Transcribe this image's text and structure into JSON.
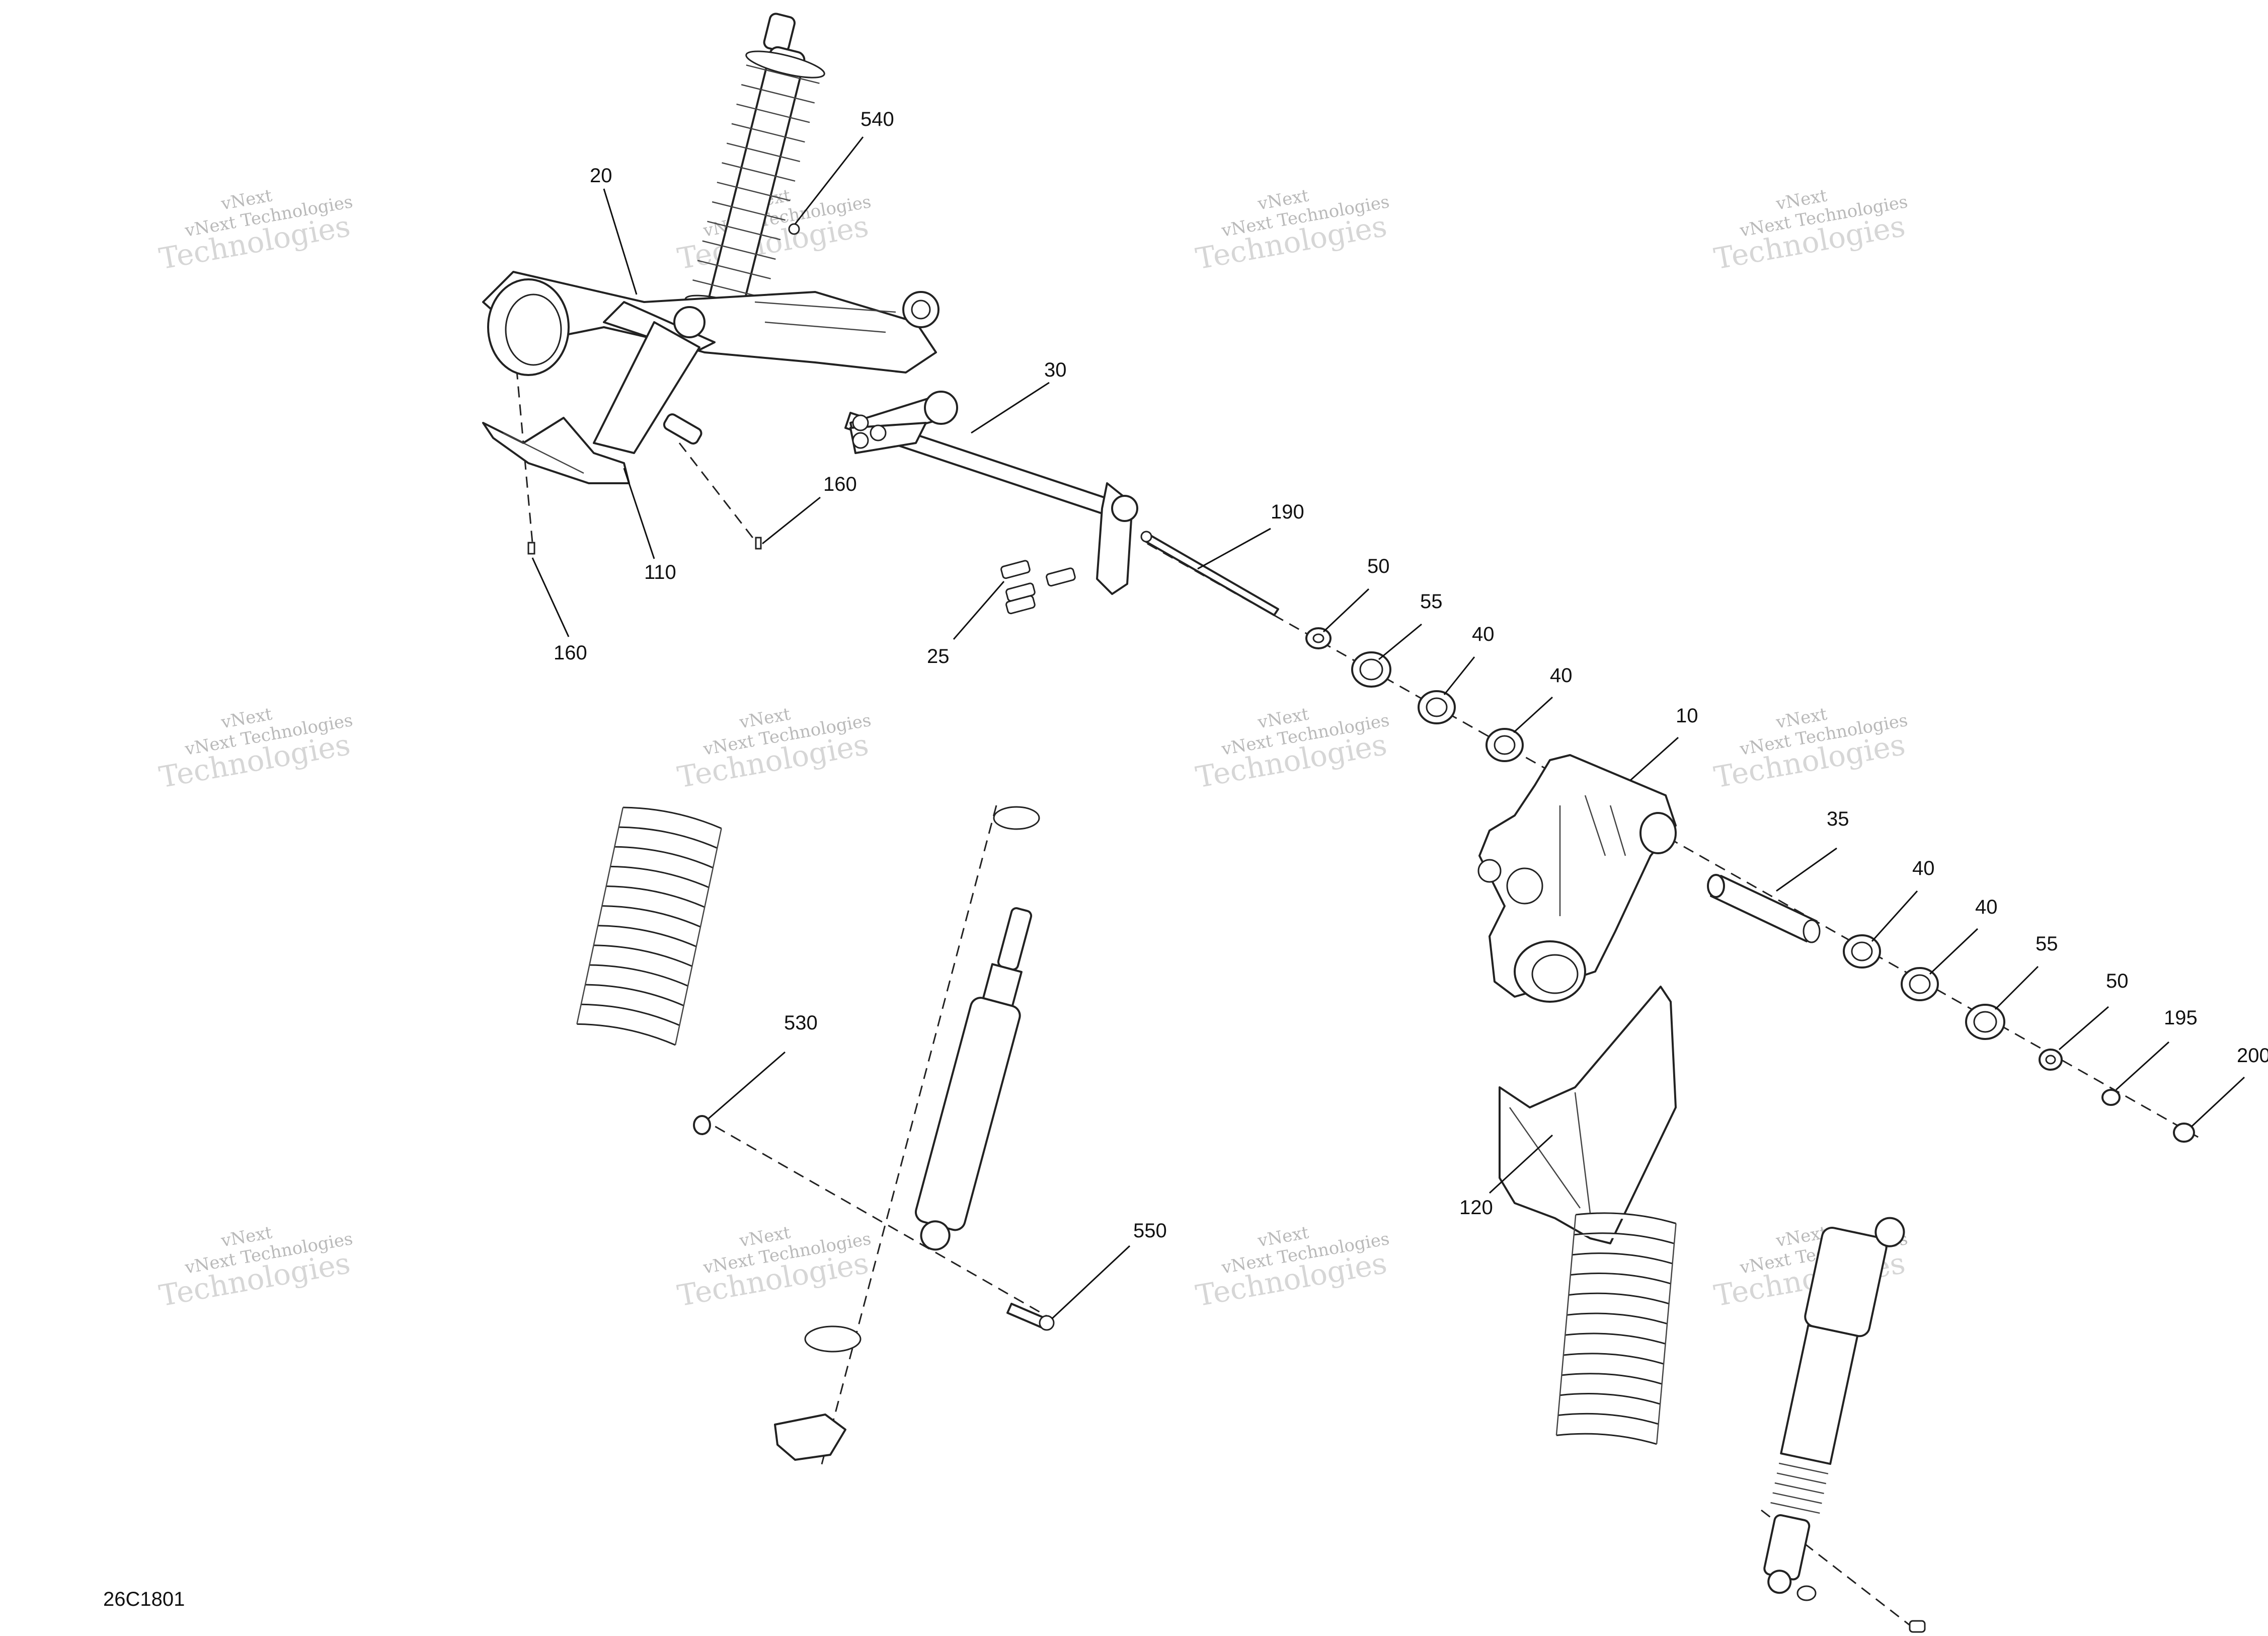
{
  "diagram": {
    "drawing_code": "26C1801",
    "watermark": {
      "line1": "vNext Technologies",
      "line2": "Technologies",
      "top": "vNext"
    },
    "callouts": [
      {
        "id": "540",
        "text": "540"
      },
      {
        "id": "20",
        "text": "20"
      },
      {
        "id": "30",
        "text": "30"
      },
      {
        "id": "160a",
        "text": "160"
      },
      {
        "id": "110",
        "text": "110"
      },
      {
        "id": "160b",
        "text": "160"
      },
      {
        "id": "190",
        "text": "190"
      },
      {
        "id": "25",
        "text": "25"
      },
      {
        "id": "50a",
        "text": "50"
      },
      {
        "id": "55a",
        "text": "55"
      },
      {
        "id": "40a",
        "text": "40"
      },
      {
        "id": "40b",
        "text": "40"
      },
      {
        "id": "10",
        "text": "10"
      },
      {
        "id": "35",
        "text": "35"
      },
      {
        "id": "40c",
        "text": "40"
      },
      {
        "id": "40d",
        "text": "40"
      },
      {
        "id": "55b",
        "text": "55"
      },
      {
        "id": "50b",
        "text": "50"
      },
      {
        "id": "195",
        "text": "195"
      },
      {
        "id": "200",
        "text": "200"
      },
      {
        "id": "120",
        "text": "120"
      },
      {
        "id": "530",
        "text": "530"
      },
      {
        "id": "550",
        "text": "550"
      }
    ]
  }
}
